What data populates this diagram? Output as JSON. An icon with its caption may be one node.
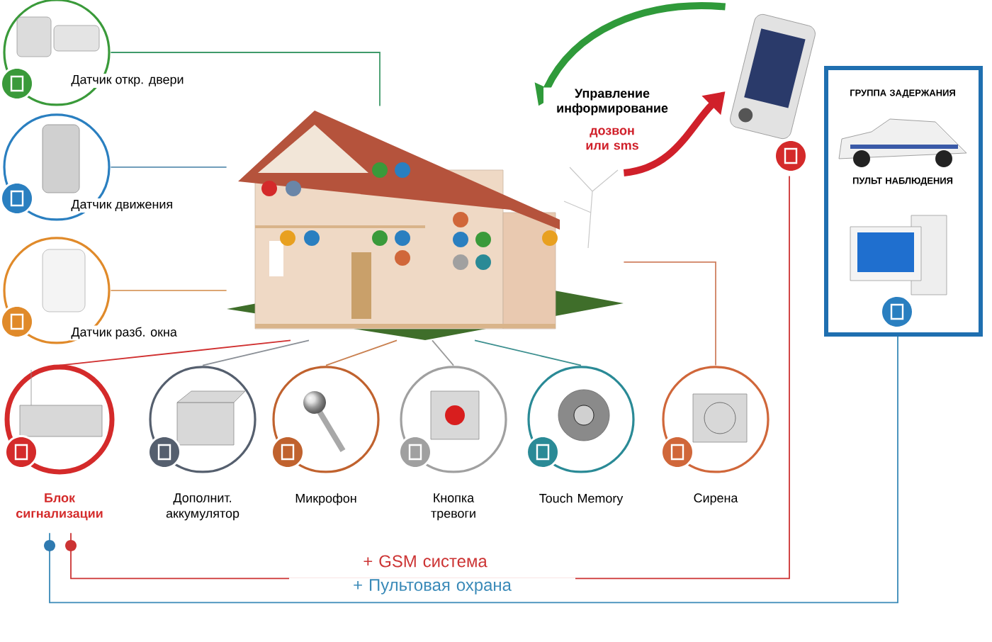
{
  "diagram": {
    "nodes": [
      {
        "text": [
          "Датчик откр. двери"
        ]
      },
      {
        "text": [
          "Датчик движения"
        ]
      },
      {
        "text": [
          "Датчик разб. окна"
        ]
      },
      {
        "text": [
          "Блок сигнализации"
        ]
      },
      {
        "text": [
          "Дополнит. аккумулятор"
        ]
      },
      {
        "text": [
          "Микрофон"
        ]
      },
      {
        "text": [
          "Кнопка тревоги"
        ]
      },
      {
        "text": [
          "Touch Memory"
        ]
      },
      {
        "text": [
          "Сирена"
        ]
      },
      {
        "text": [],
        "shape": "picture"
      },
      {
        "text": [],
        "shape": "picture"
      },
      {
        "text": [
          "ГРУППА ЗАДЕРЖАНИЯ",
          "ПУЛЬТ НАБЛЮДЕНИЯ"
        ]
      }
    ],
    "edges": [
      {
        "from": 0,
        "to": 9,
        "arrow": "none",
        "color": "#3f9a6a"
      },
      {
        "from": 1,
        "to": 9,
        "arrow": "none",
        "color": "#5b8fb0"
      },
      {
        "from": 2,
        "to": 9,
        "arrow": "none",
        "color": "#d89a60"
      },
      {
        "from": 3,
        "to": 9,
        "arrow": "none",
        "color": "#d03030"
      },
      {
        "from": 4,
        "to": 9,
        "arrow": "none",
        "color": "#8a8f96"
      },
      {
        "from": 5,
        "to": 9,
        "arrow": "none",
        "color": "#c98050"
      },
      {
        "from": 6,
        "to": 9,
        "arrow": "none",
        "color": "#9a9a9a"
      },
      {
        "from": 7,
        "to": 9,
        "arrow": "none",
        "color": "#3c8f8f"
      },
      {
        "from": 8,
        "to": 9,
        "arrow": "none",
        "color": "#d08060"
      },
      {
        "from": 10,
        "to": 9,
        "arrow": "to",
        "style": "thick",
        "color": "#2f9a3a",
        "label": "Управление информирование"
      },
      {
        "from": 9,
        "to": 10,
        "arrow": "to",
        "style": "thick",
        "color": "#d0202a",
        "label": "дозвон или sms"
      },
      {
        "from": 3,
        "to": 10,
        "arrow": "none",
        "color": "#cc3333",
        "label": "+ GSM система"
      },
      {
        "from": 3,
        "to": 11,
        "arrow": "none",
        "color": "#3a8ab8",
        "label": "+ Пультовая охрана"
      }
    ]
  }
}
